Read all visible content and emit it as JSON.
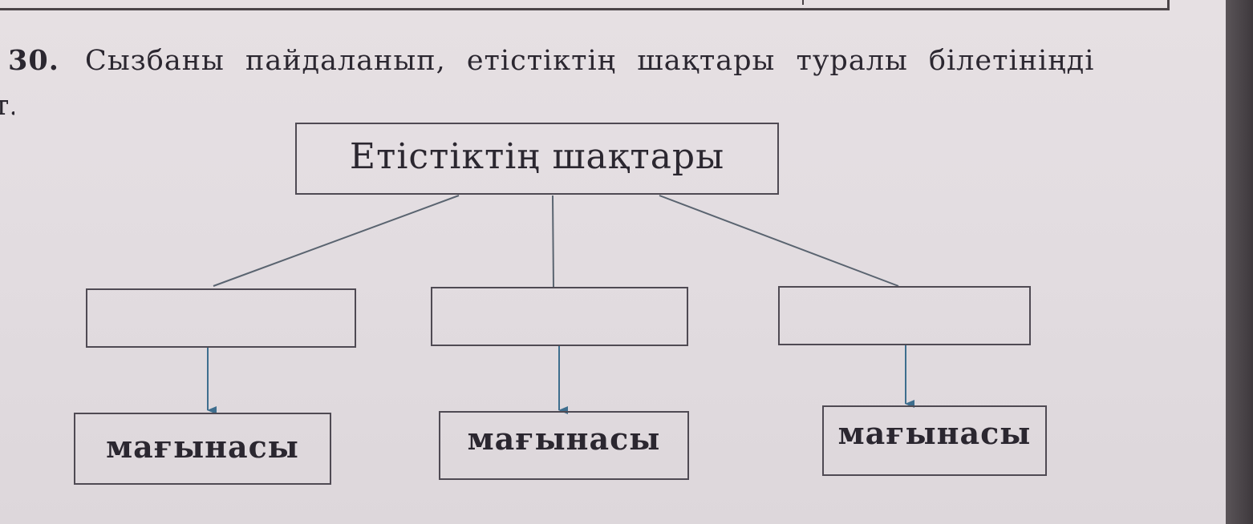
{
  "task": {
    "number": "30.",
    "text": "Сызбаны пайдаланып, етістіктің шақтары туралы білетініңді",
    "continuation": "т."
  },
  "diagram": {
    "root_label": "Етістіктің шақтары",
    "branches": [
      {
        "label": "",
        "meaning_label": "мағынасы"
      },
      {
        "label": "",
        "meaning_label": "мағынасы"
      },
      {
        "label": "",
        "meaning_label": "мағынасы"
      }
    ],
    "line_color": "#5a6470",
    "arrow_color": "#3e6e8e"
  }
}
